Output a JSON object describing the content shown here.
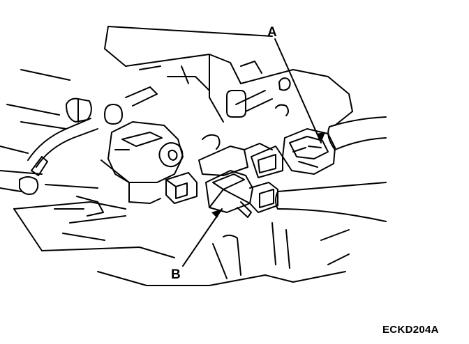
{
  "callouts": {
    "a": "A",
    "b": "B"
  },
  "figure_code": "ECKD204A",
  "colors": {
    "line": "#000000",
    "fill": "#ffffff"
  }
}
